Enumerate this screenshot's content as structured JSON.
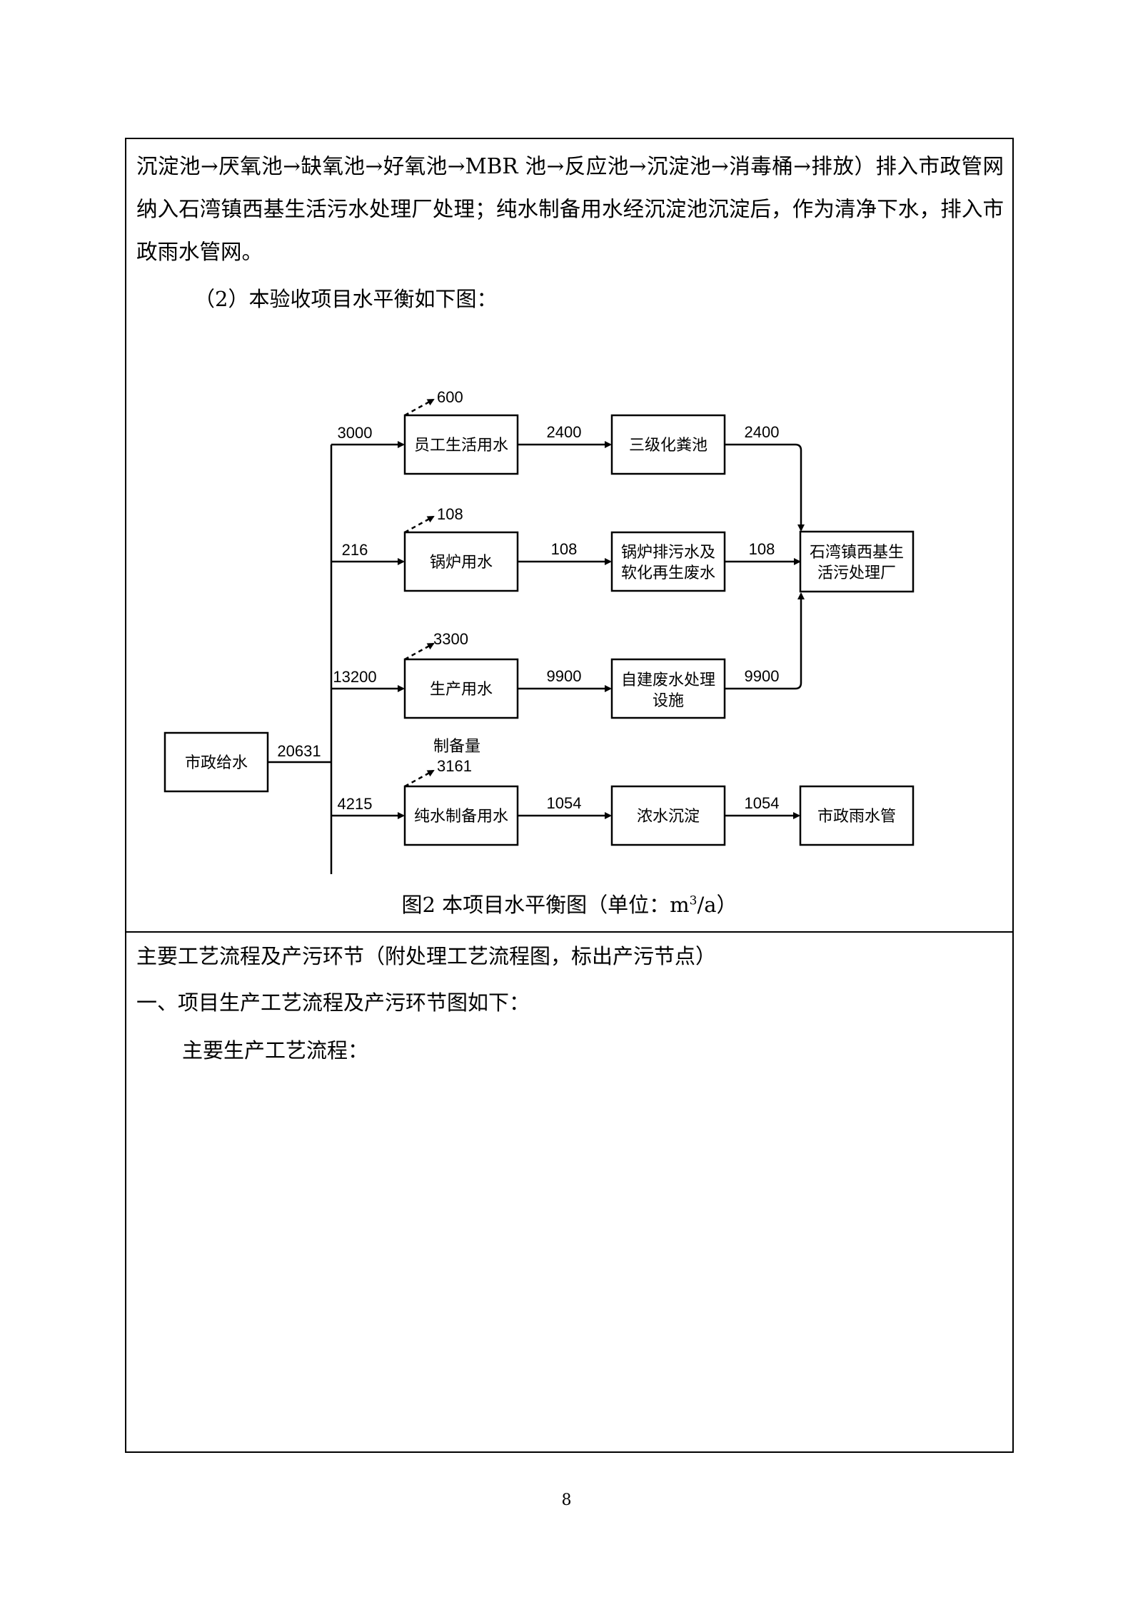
{
  "section1": {
    "paragraph": "沉淀池→厌氧池→缺氧池→好氧池→MBR 池→反应池→沉淀池→消毒桶→排放）排入市政管网纳入石湾镇西基生活污水处理厂处理；纯水制备用水经沉淀池沉淀后，作为清净下水，排入市政雨水管网。",
    "subheading": "（2）本验收项目水平衡如下图："
  },
  "diagram": {
    "source": {
      "label": "市政给水",
      "value": "20631"
    },
    "branches": [
      {
        "input": "3000",
        "unit": "员工生活用水",
        "loss": "600",
        "loss_label": "",
        "out1": "2400",
        "treat": [
          "三级化粪池"
        ],
        "out2": "2400"
      },
      {
        "input": "216",
        "unit": "锅炉用水",
        "loss": "108",
        "loss_label": "",
        "out1": "108",
        "treat": [
          "锅炉排污水及",
          "软化再生废水"
        ],
        "out2": "108"
      },
      {
        "input": "13200",
        "unit": "生产用水",
        "loss": "3300",
        "loss_label": "",
        "out1": "9900",
        "treat": [
          "自建废水处理",
          "设施"
        ],
        "out2": "9900"
      },
      {
        "input": "4215",
        "unit": "纯水制备用水",
        "loss": "3161",
        "loss_label": "制备量",
        "out1": "1054",
        "treat": [
          "浓水沉淀"
        ],
        "out2": "1054"
      }
    ],
    "plant": [
      "石湾镇西基生",
      "活污处理厂"
    ],
    "rain": "市政雨水管"
  },
  "caption": {
    "prefix": "图2  本项目水平衡图（单位：m",
    "sup": "3",
    "suffix": "/a）"
  },
  "section2": {
    "title": "主要工艺流程及产污环节（附处理工艺流程图，标出产污节点）",
    "line1": "一、项目生产工艺流程及产污环节图如下：",
    "line2": "主要生产工艺流程："
  },
  "page_number": "8"
}
